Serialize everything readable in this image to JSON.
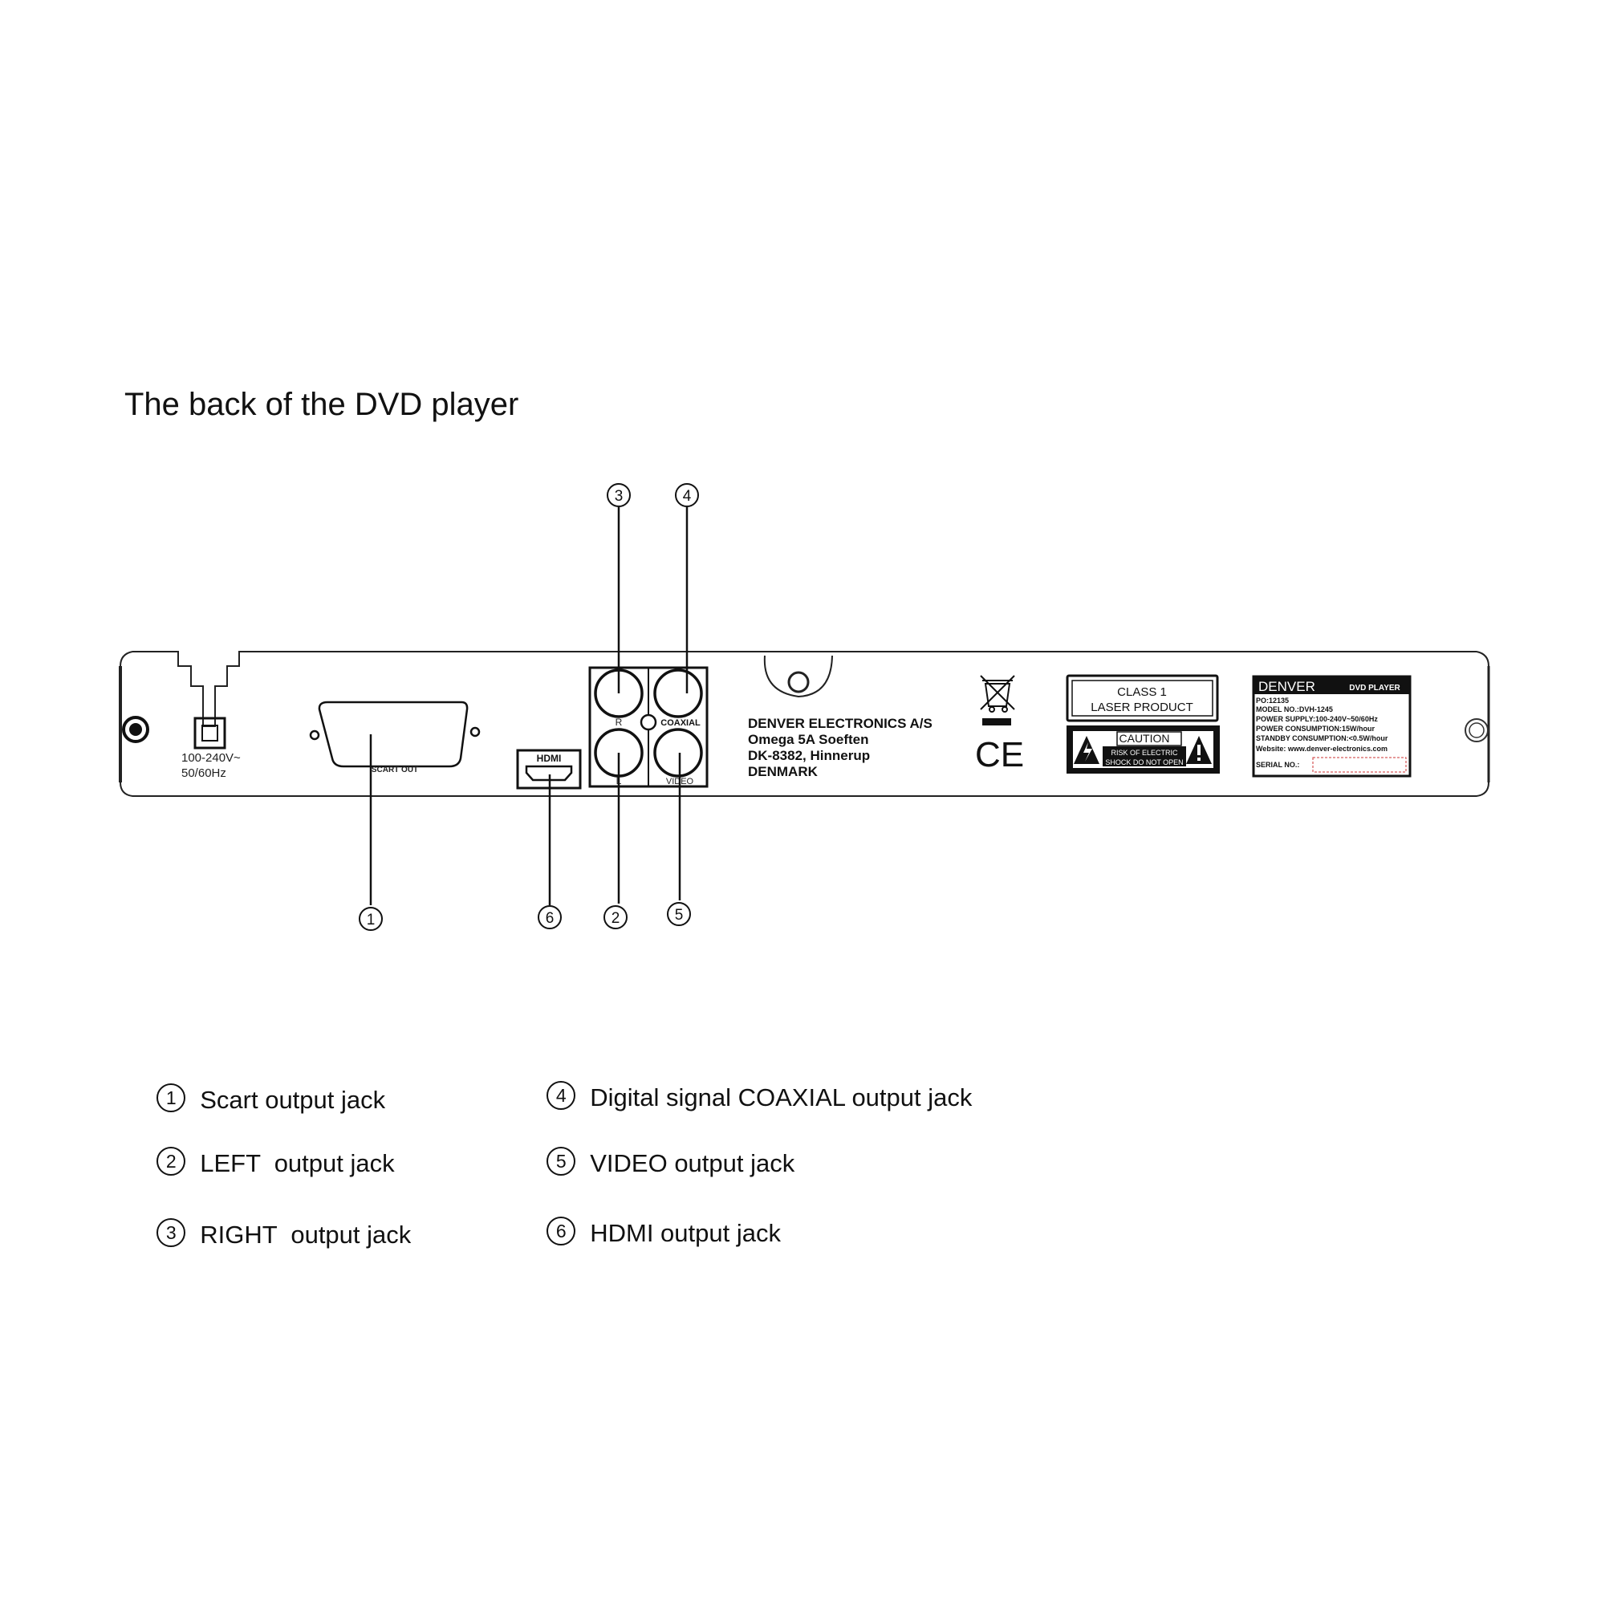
{
  "title": "The back of the DVD player",
  "power": {
    "voltage": "100-240V~",
    "frequency": "50/60Hz"
  },
  "scart_label": "SCART OUT",
  "hdmi_label": "HDMI",
  "jack_labels": {
    "right": "R",
    "left": "L",
    "coaxial": "COAXIAL",
    "video": "VIDEO"
  },
  "address": [
    "DENVER ELECTRONICS A/S",
    "Omega 5A Soeften",
    "DK-8382, Hinnerup",
    "DENMARK"
  ],
  "ce_mark": "CE",
  "laser_label": [
    "CLASS 1",
    "LASER PRODUCT"
  ],
  "caution_label": {
    "title": "CAUTION",
    "line1": "RISK OF ELECTRIC",
    "line2": "SHOCK DO NOT OPEN"
  },
  "rating_label": {
    "brand": "DENVER",
    "product": "DVD PLAYER",
    "lines": [
      "PO:12135",
      "MODEL NO.:DVH-1245",
      "POWER SUPPLY:100-240V~50/60Hz",
      "POWER CONSUMPTION:15W/hour",
      "STANDBY CONSUMPTION:<0.5W/hour",
      "Website: www.denver-electronics.com"
    ],
    "serial": "SERIAL NO.:"
  },
  "callouts": [
    "1",
    "2",
    "3",
    "4",
    "5",
    "6"
  ],
  "legend": [
    {
      "num": "1",
      "text": "Scart output jack"
    },
    {
      "num": "2",
      "text": "LEFT  output jack"
    },
    {
      "num": "3",
      "text": "RIGHT  output jack"
    },
    {
      "num": "4",
      "text": "Digital signal COAXIAL output jack"
    },
    {
      "num": "5",
      "text": "VIDEO output jack"
    },
    {
      "num": "6",
      "text": "HDMI output jack"
    }
  ]
}
